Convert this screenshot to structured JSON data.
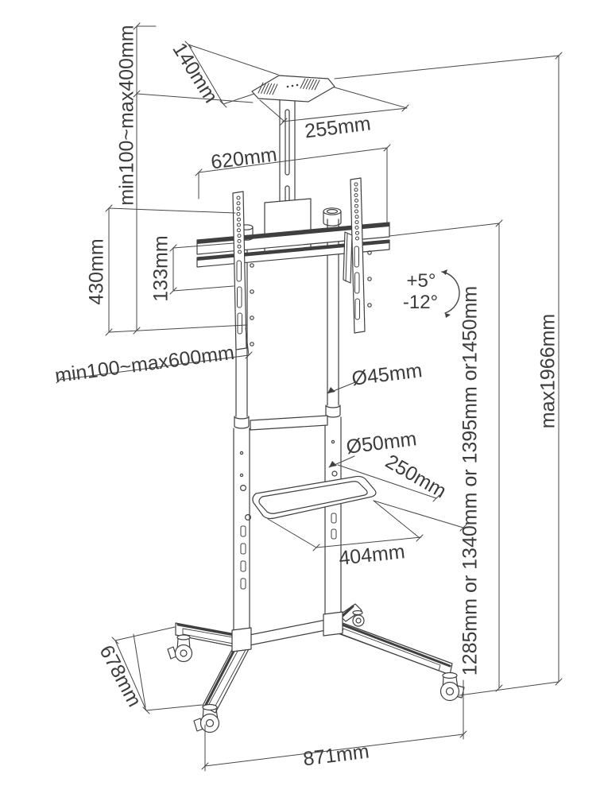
{
  "figure": {
    "type": "technical-dimension-drawing",
    "subject": "Mobile TV cart floor stand with camera tray, tilting VESA mount, shelf and casters",
    "line_color": "#3f3f3f",
    "background_color": "#ffffff"
  },
  "labels": {
    "tray_depth": "140mm",
    "tray_width": "255mm",
    "tray_height_range": "min100~max400mm",
    "rail_width": "620mm",
    "bracket_height": "430mm",
    "rail_span": "133mm",
    "vesa_width_range": "min100~max600mm",
    "tilt_up": "+5°",
    "tilt_down": "-12°",
    "upper_pole_diameter": "Ø45mm",
    "lower_pole_diameter": "Ø50mm",
    "shelf_depth": "250mm",
    "shelf_width": "404mm",
    "column_height_options": "1285mm or 1340mm or 1395mm or1450mm",
    "max_height": "max1966mm",
    "base_depth": "678mm",
    "base_width": "871mm"
  }
}
